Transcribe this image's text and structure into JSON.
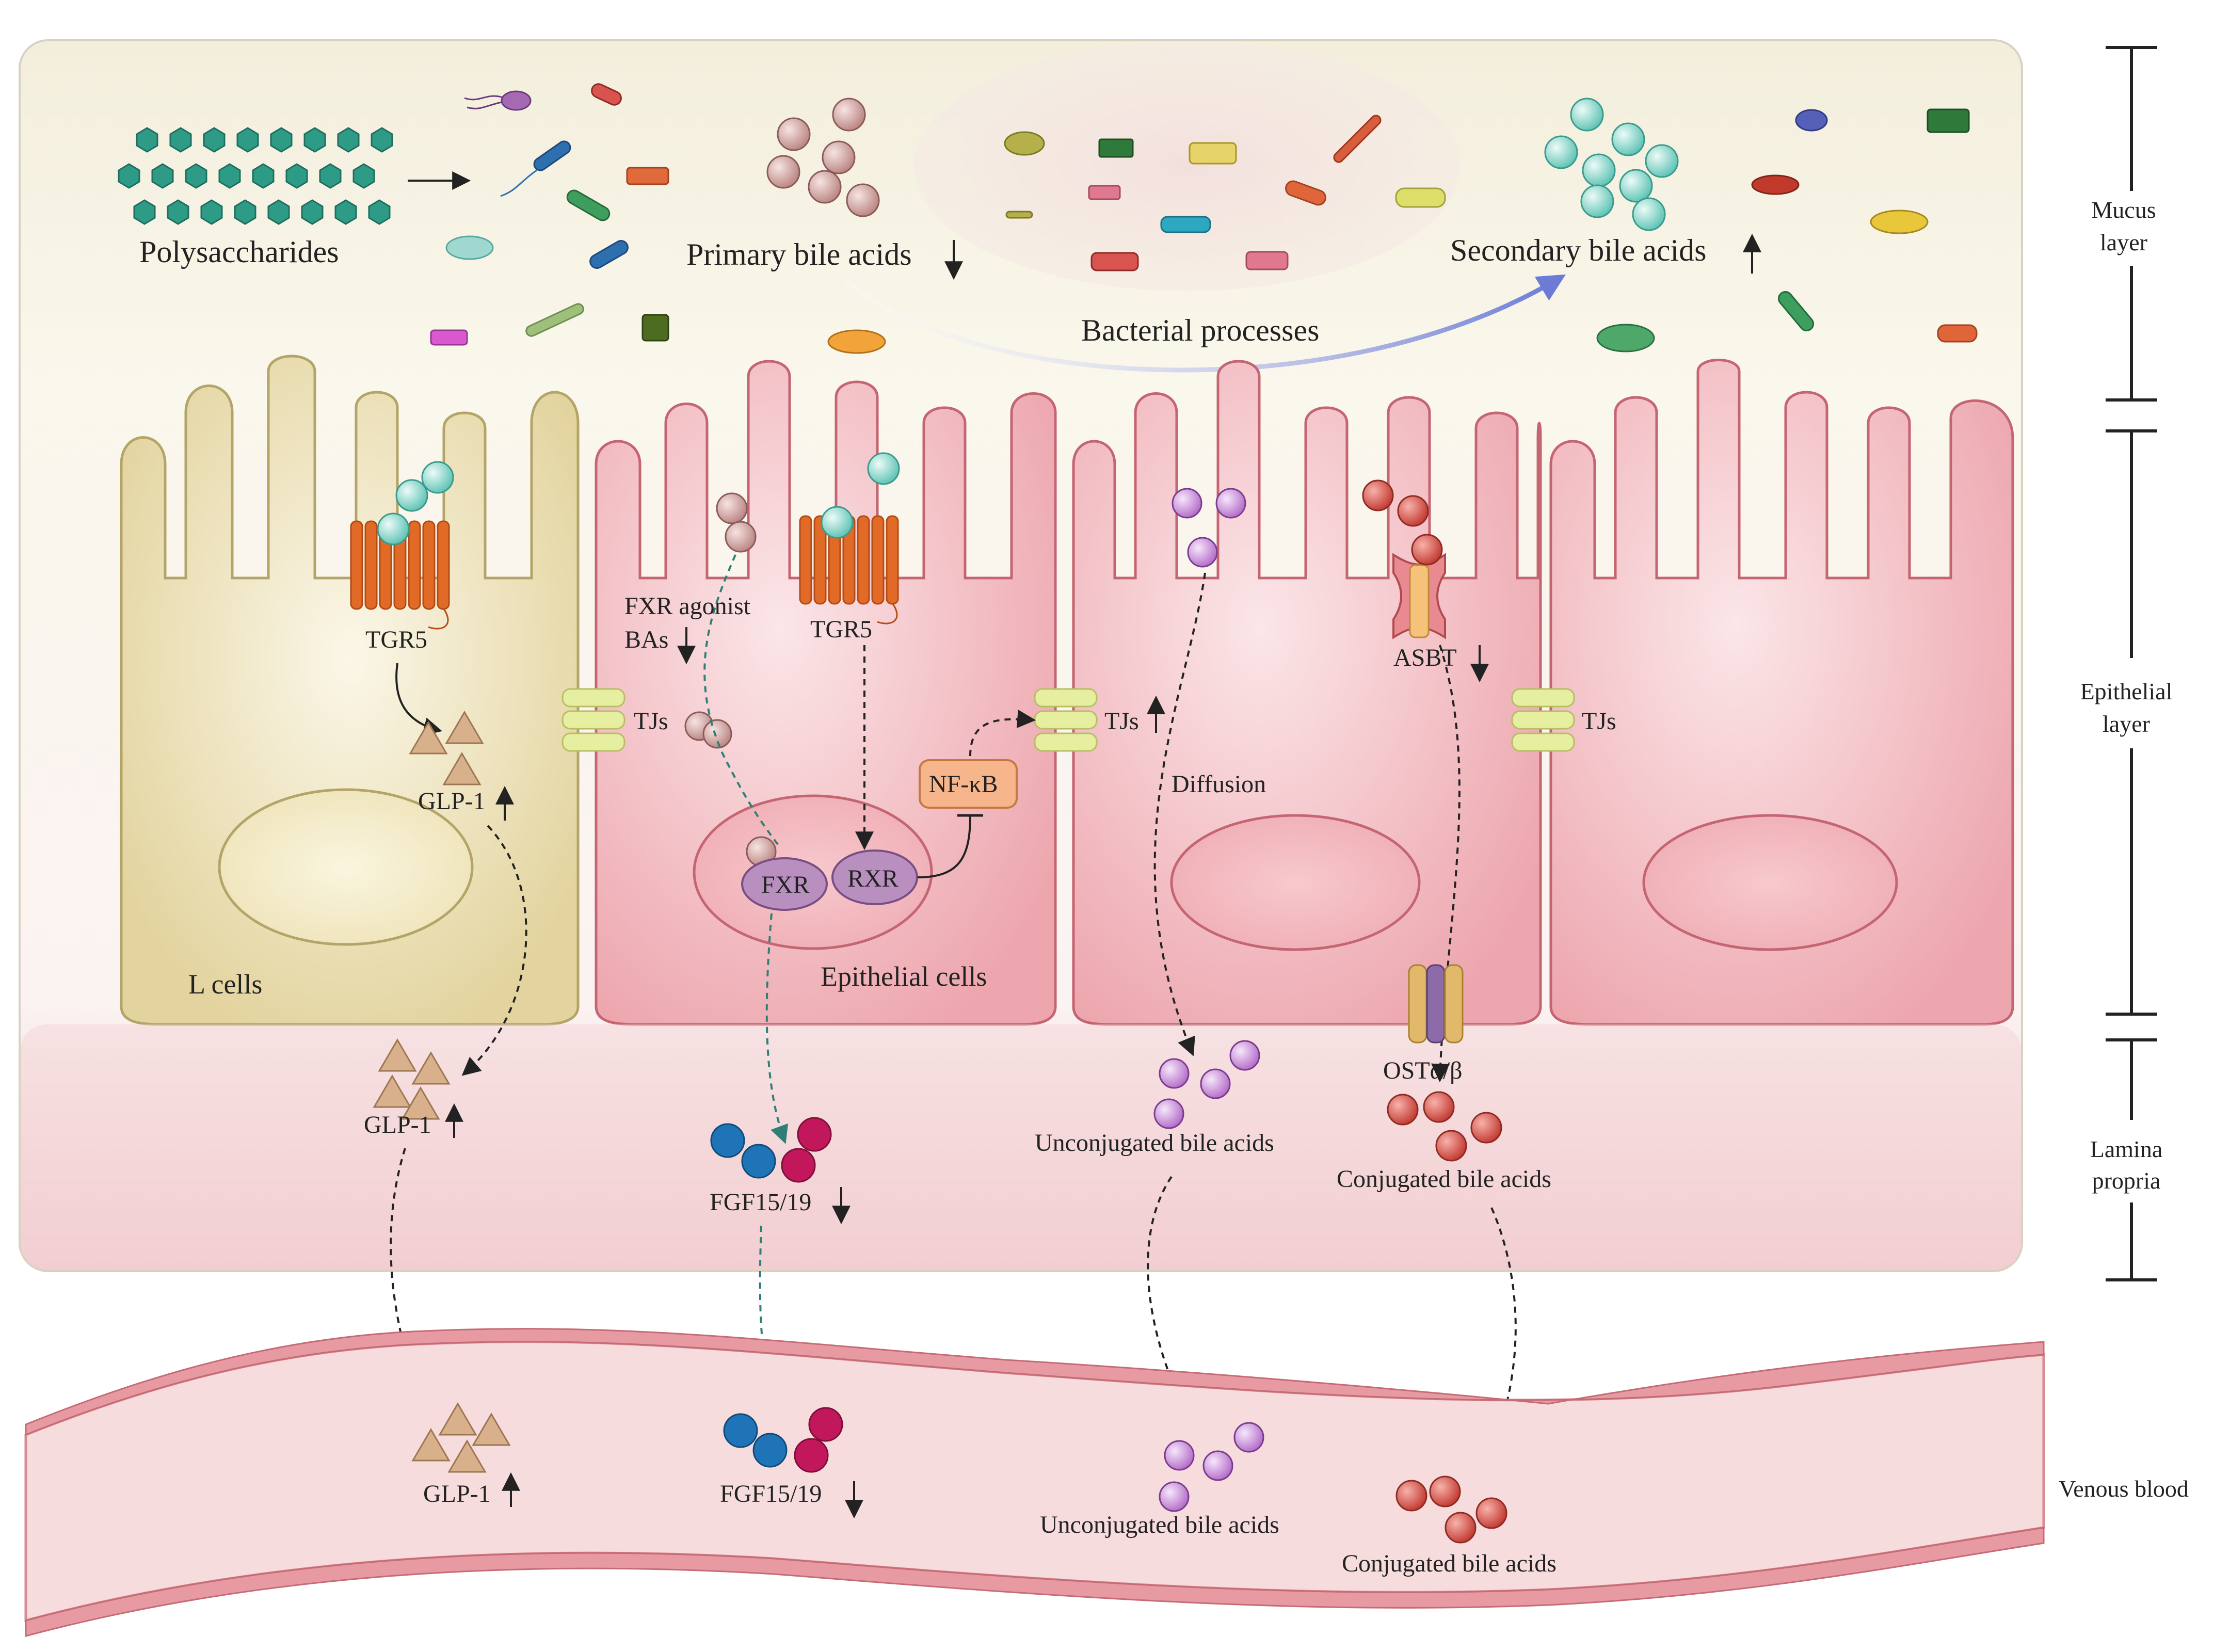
{
  "labels": {
    "polysaccharides": "Polysaccharides",
    "primary_bile_acids": "Primary bile acids",
    "bacterial_processes": "Bacterial processes",
    "secondary_bile_acids": "Secondary bile acids",
    "tgr5_l": "TGR5",
    "tgr5_e": "TGR5",
    "fxr_agonist": "FXR agonist",
    "bas": "BAs",
    "tjs_1": "TJs",
    "tjs_2": "TJs",
    "tjs_3": "TJs",
    "nfkb": "NF-κB",
    "fxr": "FXR",
    "rxr": "RXR",
    "glp1_cell": "GLP-1",
    "glp1_lamina": "GLP-1",
    "glp1_blood": "GLP-1",
    "l_cells": "L cells",
    "epithelial_cells": "Epithelial cells",
    "diffusion": "Diffusion",
    "asbt": "ASBT",
    "ost": "OSTα/β",
    "fgf_lamina": "FGF15/19",
    "fgf_blood": "FGF15/19",
    "uncon_lamina": "Unconjugated bile acids",
    "uncon_blood": "Unconjugated bile acids",
    "con_lamina": "Conjugated bile acids",
    "con_blood": "Conjugated bile acids"
  },
  "side_labels": {
    "mucus_1": "Mucus",
    "mucus_2": "layer",
    "epithelial_1": "Epithelial",
    "epithelial_2": "layer",
    "lamina_1": "Lamina",
    "lamina_2": "propria",
    "venous": "Venous blood"
  },
  "colors": {
    "mucus_bg": "#f5f1e1",
    "l_cell": "#e8dcae",
    "epithelial_cell": "#f1b9c0",
    "lamina": "#f3cfd3",
    "blood": "#f7dcde",
    "primary_ba": "#d9a9a6",
    "secondary_ba": "#8fd8cc",
    "unconjugated_ba": "#c896d8",
    "conjugated_ba": "#d8574f",
    "fgf_blue": "#1f74b8",
    "fgf_red": "#c2185b",
    "glp1": "#d9b08c",
    "tgr5": "#e06a26",
    "tj": "#e6eea0",
    "nfkb_box": "#f6b58a",
    "fxr_rxr": "#b98fc0",
    "arrow_blue": "#7a88d8"
  }
}
